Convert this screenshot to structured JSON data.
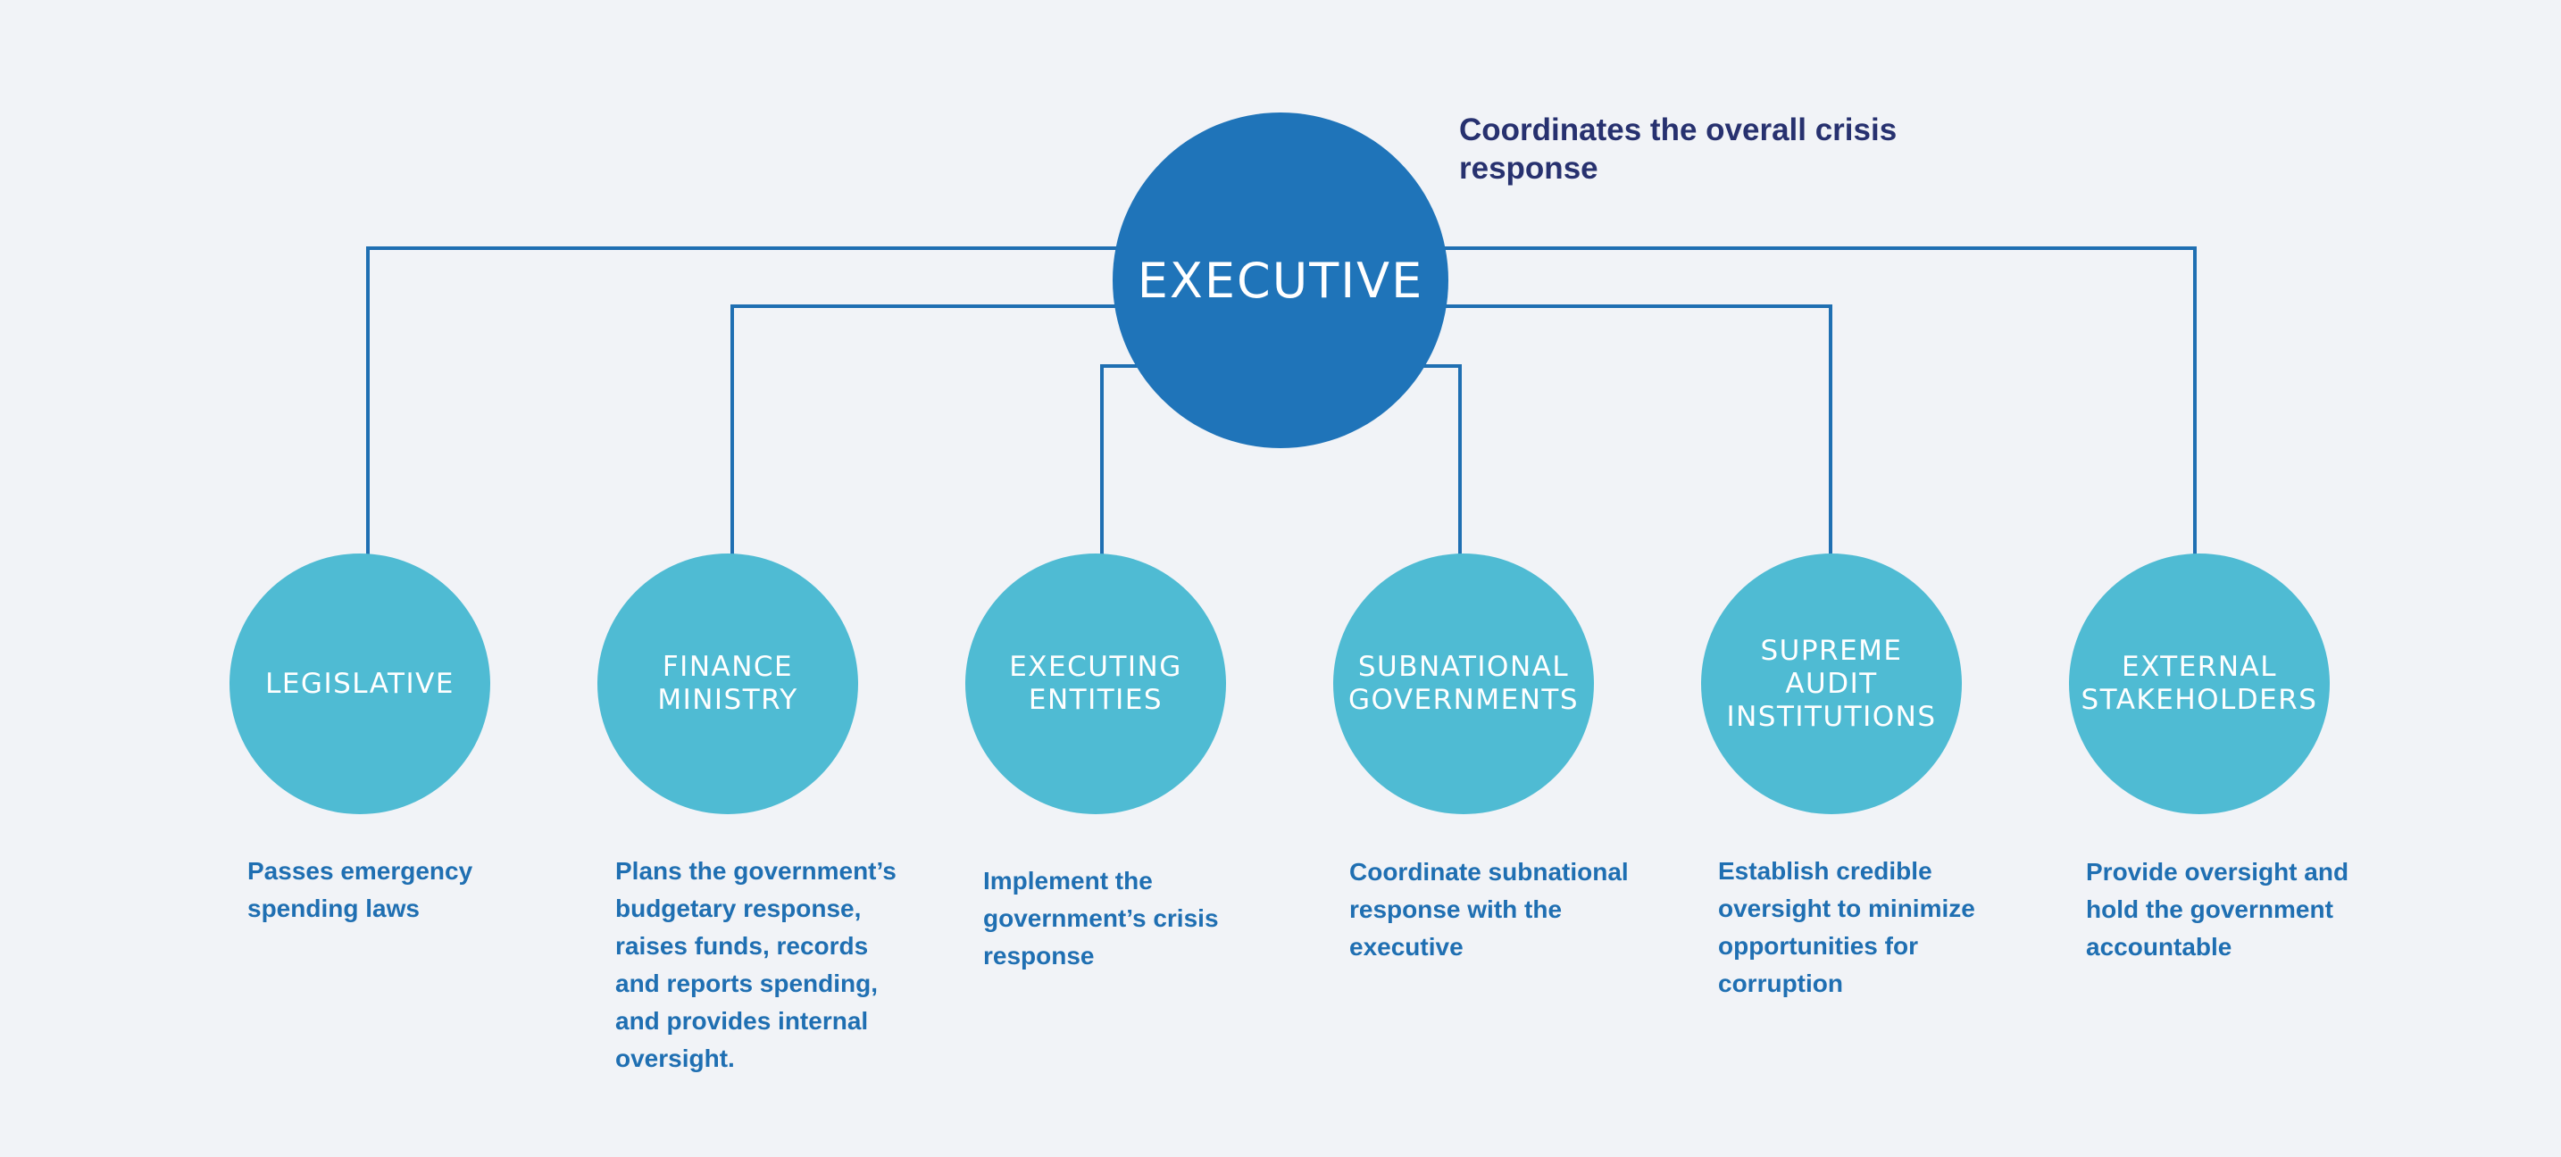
{
  "executive": {
    "label": "EXECUTIVE",
    "description": "Coordinates the overall crisis response"
  },
  "nodes": [
    {
      "label": "LEGISLATIVE",
      "description": "Passes emergency spending laws"
    },
    {
      "label": "FINANCE\nMINISTRY",
      "description": "Plans the government’s budgetary response, raises funds, records and reports spending, and provides internal oversight."
    },
    {
      "label": "EXECUTING\nENTITIES",
      "description": "Implement the government’s crisis response"
    },
    {
      "label": "SUBNATIONAL\nGOVERNMENTS",
      "description": "Coordinate subnational response with the executive"
    },
    {
      "label": "SUPREME\nAUDIT\nINSTITUTIONS",
      "description": "Establish credible oversight to minimize opportunities for corruption"
    },
    {
      "label": "EXTERNAL\nSTAKEHOLDERS",
      "description": "Provide oversight and hold the government accountable"
    }
  ],
  "colors": {
    "executive_fill": "#1f74b9",
    "node_fill": "#4fbbd3",
    "connector": "#1f6fb2",
    "description_text": "#1f6fb2",
    "executive_description_text": "#27316f",
    "background": "#f1f3f7"
  }
}
